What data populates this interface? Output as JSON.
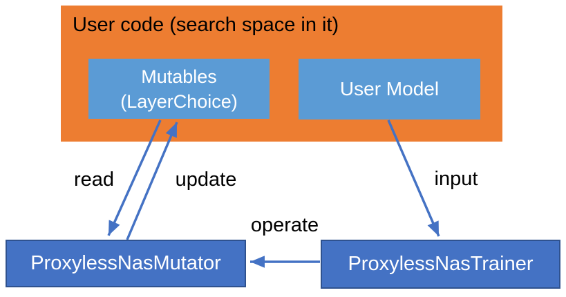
{
  "colors": {
    "container_fill": "#ED7D31",
    "inner_box_fill": "#5B9BD5",
    "component_fill": "#4472C4",
    "component_border": "#2F528F",
    "arrow": "#4472C4",
    "label_text": "#000000",
    "box_text": "#FFFFFF"
  },
  "diagram": {
    "container": {
      "title": "User code (search space in it)"
    },
    "nodes": {
      "mutables": {
        "label_line1": "Mutables",
        "label_line2": "(LayerChoice)"
      },
      "user_model": {
        "label": "User Model"
      },
      "mutator": {
        "label": "ProxylessNasMutator"
      },
      "trainer": {
        "label": "ProxylessNasTrainer"
      }
    },
    "edges": {
      "read": {
        "label": "read",
        "from": "Mutables (LayerChoice)",
        "to": "ProxylessNasMutator"
      },
      "update": {
        "label": "update",
        "from": "ProxylessNasMutator",
        "to": "Mutables (LayerChoice)"
      },
      "input": {
        "label": "input",
        "from": "User Model",
        "to": "ProxylessNasTrainer"
      },
      "operate": {
        "label": "operate",
        "from": "ProxylessNasTrainer",
        "to": "ProxylessNasMutator"
      }
    }
  }
}
